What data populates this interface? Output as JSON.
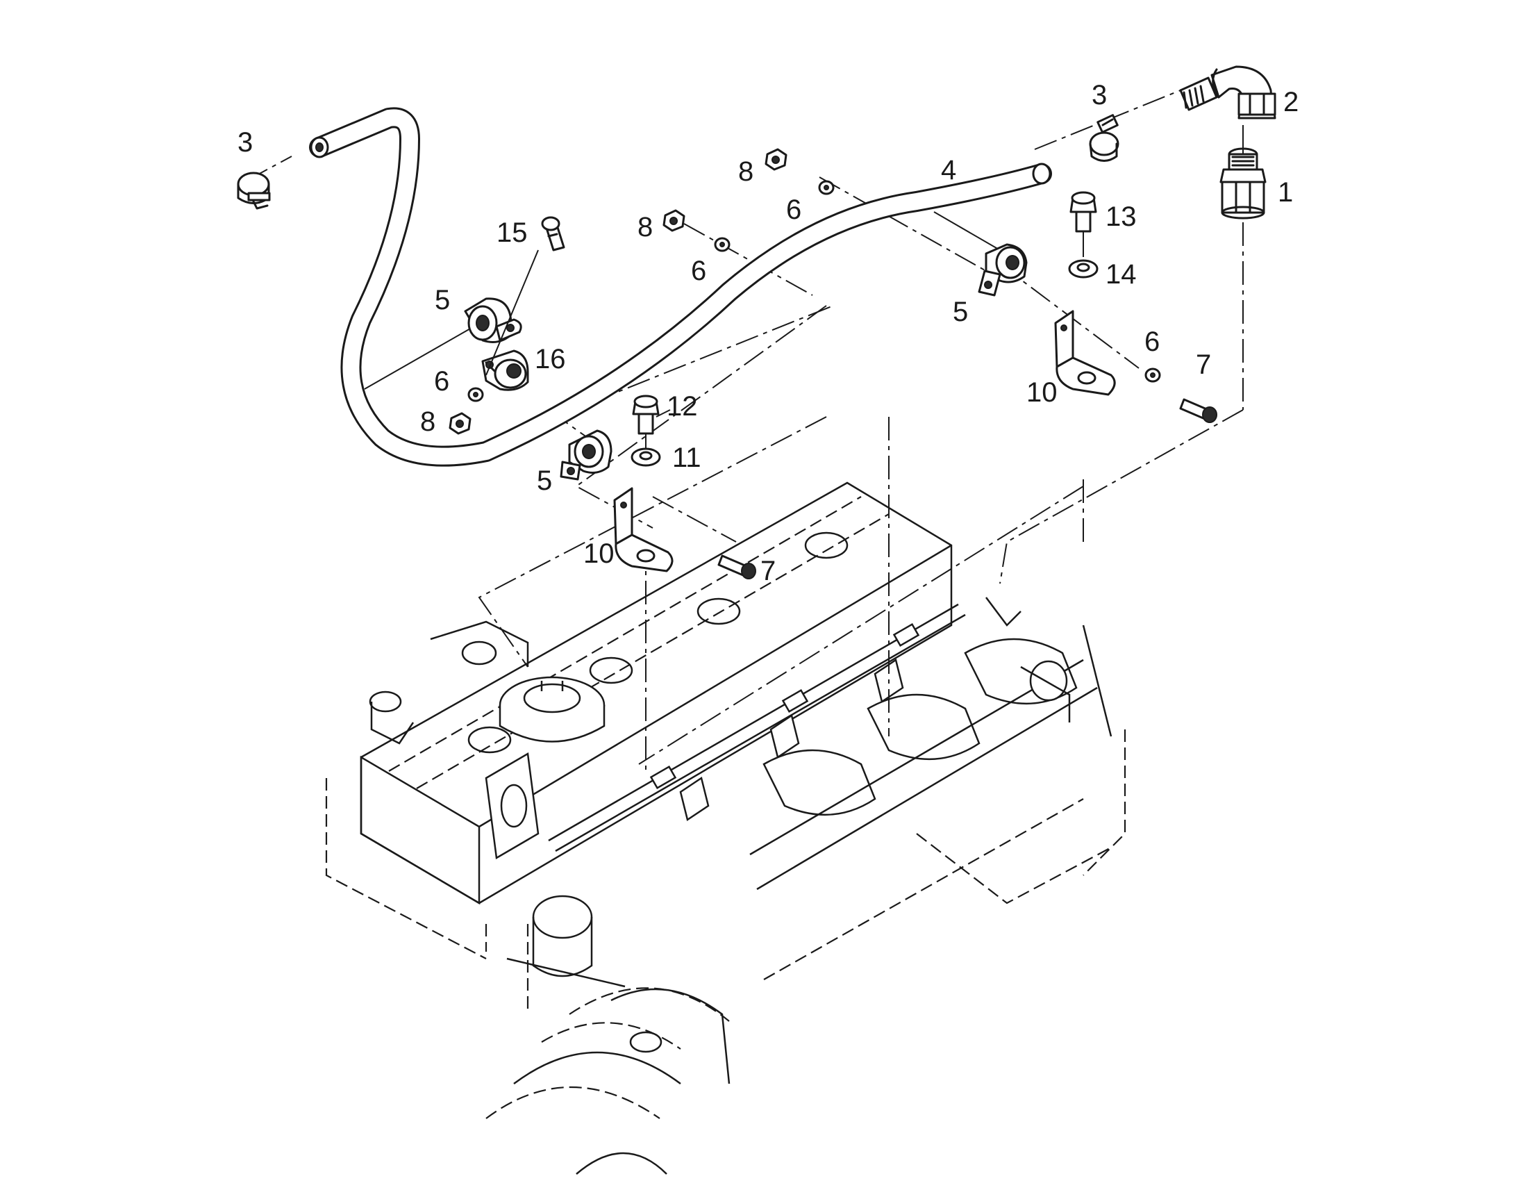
{
  "callouts": {
    "c01": "1",
    "c02": "2",
    "c03a": "3",
    "c03b": "3",
    "c04": "4",
    "c05a": "5",
    "c05b": "5",
    "c05c": "5",
    "c06a": "6",
    "c06b": "6",
    "c06c": "6",
    "c06d": "6",
    "c07a": "7",
    "c07b": "7",
    "c08a": "8",
    "c08b": "8",
    "c08c": "8",
    "c10a": "10",
    "c10b": "10",
    "c11": "11",
    "c12": "12",
    "c13": "13",
    "c14": "14",
    "c15": "15",
    "c16": "16"
  },
  "colors": {
    "ink": "#1a1a1a",
    "paper": "#ffffff"
  }
}
